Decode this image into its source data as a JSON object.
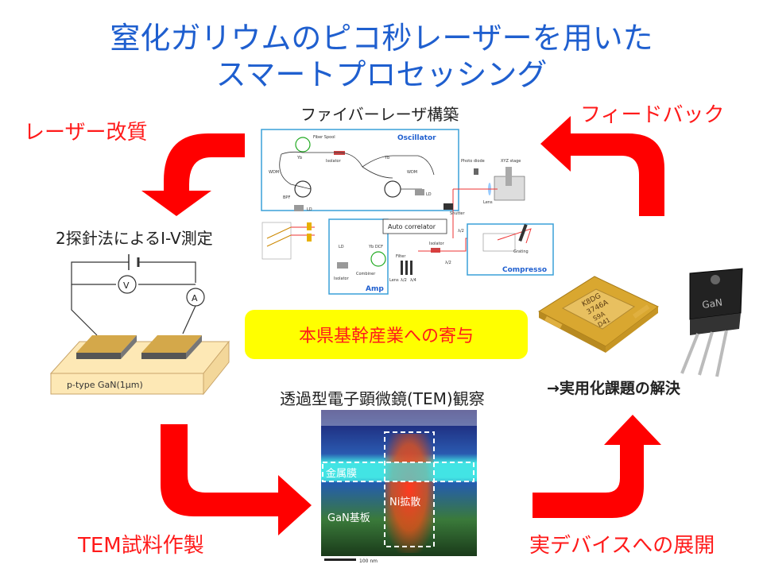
{
  "title": {
    "line1": "窒化ガリウムのピコ秒レーザーを用いた",
    "line2": "スマートプロセッシング"
  },
  "labels": {
    "fiber_laser": "ファイバーレーザ構築",
    "feedback": "フィードバック",
    "laser_improve": "レーザー改質",
    "iv": "2探針法によるI-V測定",
    "center": "本県基幹産業への寄与",
    "tem_obs": "透過型電子顕微鏡(TEM)観察",
    "practical": "→実用化課題の解決",
    "tem_prep": "TEM試料作製",
    "device": "実デバイスへの展開"
  },
  "circuit": {
    "volt": "V",
    "amp": "A",
    "sample": "p-type GaN(1μm)"
  },
  "laser_diagram": {
    "oscillator": "Oscillator",
    "fiber_spool": "Fiber\nSpool",
    "yb": "Yb",
    "wdm": "WDM",
    "isolator": "Isolator",
    "bpf": "BPF",
    "ld": "LD",
    "auto_correlator": "Auto correlator",
    "photo_diode": "Photo diode",
    "xyz_stage": "XYZ stage",
    "lens": "Lens",
    "shutter": "Shutter",
    "half_wave": "λ/2",
    "quarter_wave": "λ/4",
    "yb_dcf": "Yb DCF",
    "filter": "Filter",
    "combiner": "Combiner",
    "amp": "Amp",
    "grating": "Grating",
    "compressor": "Compresso"
  },
  "tem": {
    "metal": "金属膜",
    "ni": "Ni拡散",
    "gan": "GaN基板",
    "scale": "100 nm"
  },
  "device": {
    "chip_text1": "K8DG",
    "chip_text2": "3746A",
    "chip_text3": "S9A",
    "chip_text4": "D41",
    "transistor_text": "GaN"
  },
  "colors": {
    "title": "#1f5fcf",
    "red": "#ff1a1a",
    "arrow": "#ff0000",
    "highlight": "#ffff00",
    "diagram_border": "#3aa0d8"
  }
}
